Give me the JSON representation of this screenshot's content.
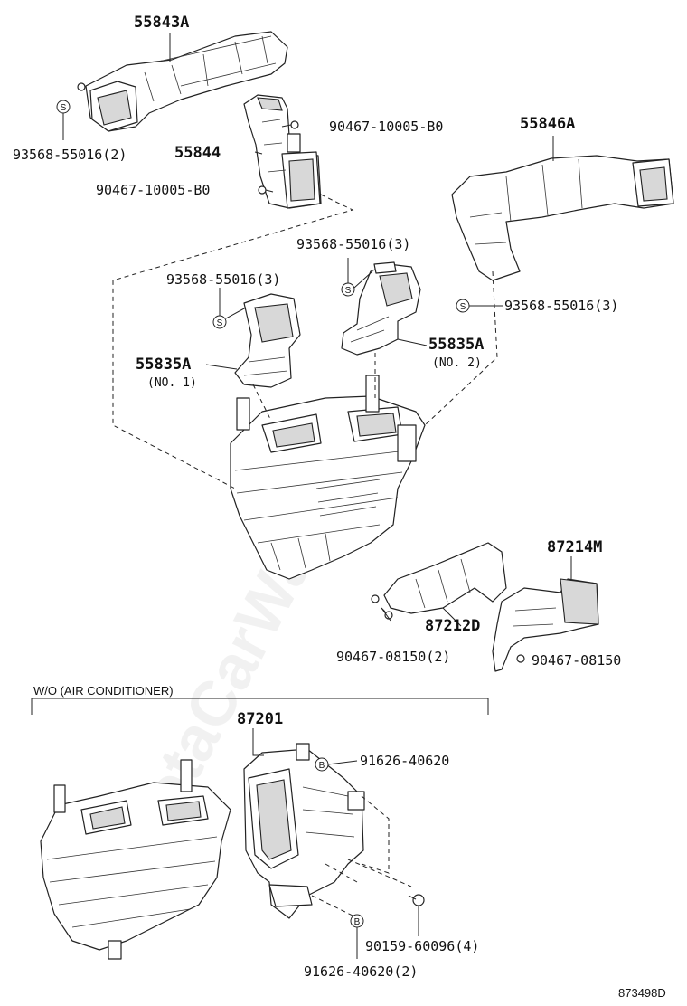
{
  "labels": {
    "p55843A": "55843A",
    "p93568_a": "93568-55016(2)",
    "p90467_b0_top": "90467-10005-B0",
    "p55844": "55844",
    "p90467_b0_bot": "90467-10005-B0",
    "p55846A": "55846A",
    "p93568_c": "93568-55016(3)",
    "p93568_d": "93568-55016(3)",
    "p93568_e": "93568-55016(3)",
    "p55835A_1": "55835A",
    "no1": "(NO. 1)",
    "p55835A_2": "55835A",
    "no2": "(NO. 2)",
    "p87214M": "87214M",
    "p87212D": "87212D",
    "p90467_08150_2": "90467-08150(2)",
    "p90467_08150": "90467-08150",
    "wo_ac": "W/O (AIR CONDITIONER)",
    "p87201": "87201",
    "p91626_a": "91626-40620",
    "p90159": "90159-60096(4)",
    "p91626_b": "91626-40620(2)",
    "diagram_id": "873498D"
  },
  "symbols": {
    "s": "S",
    "b": "B"
  },
  "watermark": "ToyotaCarWare.ru"
}
